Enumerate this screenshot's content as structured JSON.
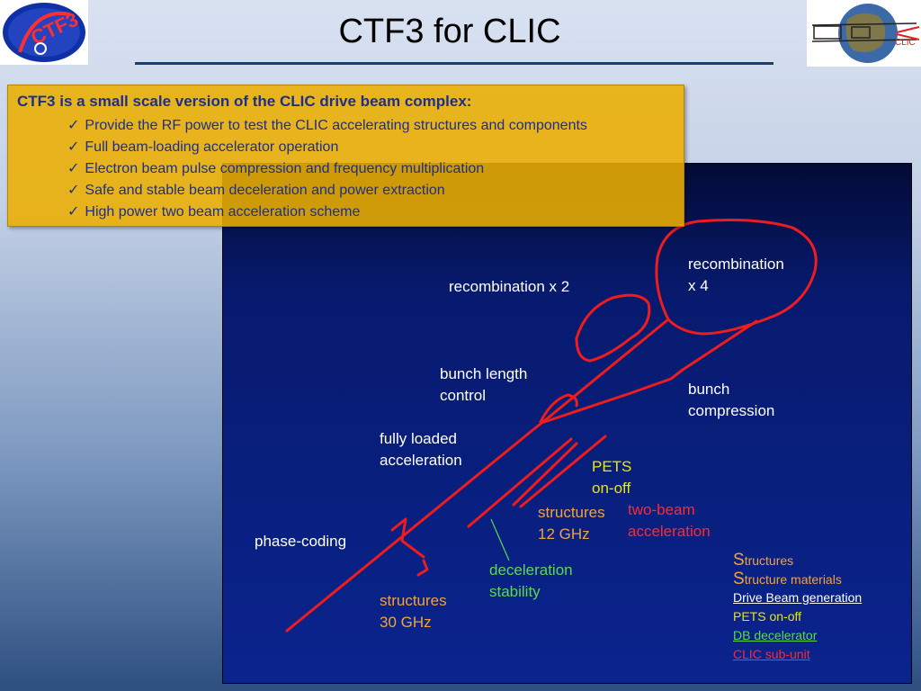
{
  "title": "CTF3 for CLIC",
  "logos": {
    "left": {
      "text": "CTF3",
      "icon": "ctf3-logo"
    },
    "right": {
      "text": "CLIC",
      "icon": "clic-globe-logo"
    }
  },
  "info_box": {
    "heading": "CTF3 is a small scale version of the CLIC drive beam complex:",
    "bullets": [
      "Provide the RF power to test the CLIC accelerating structures and components",
      "Full beam-loading accelerator operation",
      "Electron beam pulse compression and frequency multiplication",
      "Safe and stable beam deceleration and power extraction",
      "High power two beam acceleration scheme"
    ]
  },
  "diagram_labels": {
    "recombination_x4": [
      "recombination",
      "x 4"
    ],
    "recombination_x2": "recombination x 2",
    "bunch_length": [
      "bunch length",
      "control"
    ],
    "bunch_compression": [
      "bunch",
      "compression"
    ],
    "fully_loaded": [
      "fully loaded",
      "acceleration"
    ],
    "pets": [
      "PETS",
      "on-off"
    ],
    "structures_12": [
      "structures",
      "12 GHz"
    ],
    "two_beam": [
      "two-beam",
      "acceleration"
    ],
    "phase_coding": "phase-coding",
    "deceleration": [
      "deceleration",
      "stability"
    ],
    "structures_30": [
      "structures",
      "30 GHz"
    ]
  },
  "legend": [
    {
      "cap": "S",
      "rest": "tructures",
      "color": "orange",
      "underline": false
    },
    {
      "cap": "S",
      "rest": "tructure materials",
      "color": "orange",
      "underline": false
    },
    {
      "cap": "",
      "rest": "Drive Beam generation",
      "color": "white",
      "underline": true
    },
    {
      "cap": "",
      "rest": "PETS on-off",
      "color": "yellow",
      "underline": false
    },
    {
      "cap": "",
      "rest": "DB decelerator",
      "color": "green",
      "underline": true
    },
    {
      "cap": "",
      "rest": "CLIC sub-unit",
      "color": "red",
      "underline": true
    }
  ],
  "colors": {
    "beamline": "#ee1c1c",
    "label_white": "#ffffff",
    "label_orange": "#f2a23a",
    "label_yellow": "#e8e800",
    "label_green": "#5bd84f",
    "label_red": "#ff2a2a",
    "info_box_bg": "#ecae00",
    "info_text": "#1d2f8a"
  }
}
